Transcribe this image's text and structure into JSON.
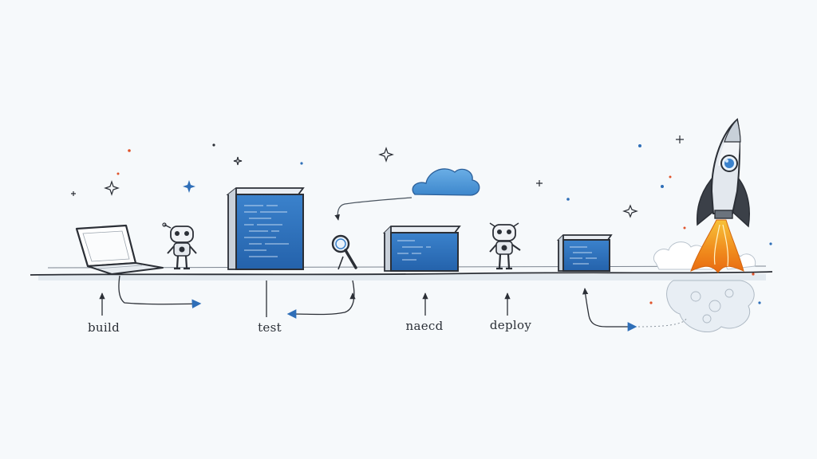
{
  "stages": [
    {
      "label": "build"
    },
    {
      "label": "test"
    },
    {
      "label": "naecd"
    },
    {
      "label": "deploy"
    }
  ],
  "colors": {
    "ink": "#2b2f36",
    "screen_blue": "#2f73c0",
    "screen_blue_dark": "#1f5aa0",
    "cloud_blue": "#4a95d6",
    "flame_orange": "#f08a1c",
    "flame_yellow": "#f7c23a",
    "paper": "#f6f9fb"
  },
  "icons": [
    "laptop-icon",
    "robot-icon",
    "server-box-icon",
    "magnifier-icon",
    "cloud-icon",
    "rocket-icon",
    "sparkle-icon",
    "arrow-icon"
  ]
}
